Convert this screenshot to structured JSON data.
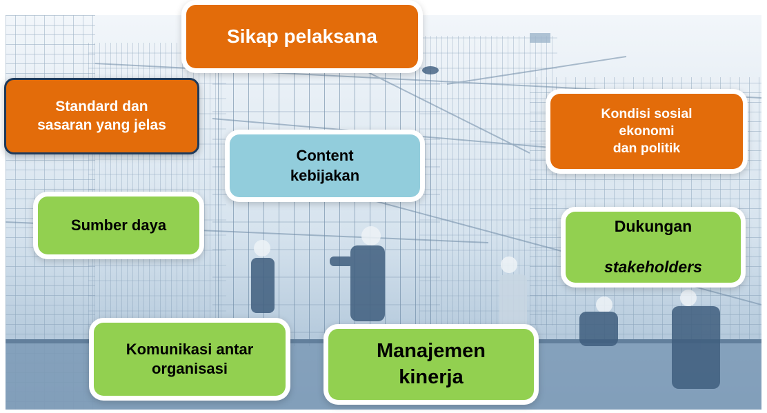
{
  "diagram": {
    "background": {
      "description_color": "#dbe6ef"
    },
    "nodes": {
      "sikap": {
        "label": "Sikap pelaksana",
        "color": "#e36c0a"
      },
      "standard": {
        "label": "Standard  dan\nsasaran yang jelas",
        "color": "#e36c0a"
      },
      "kondisi": {
        "label": "Kondisi sosial\nekonomi\ndan politik",
        "color": "#e36c0a"
      },
      "content": {
        "label": "Content\nkebijakan",
        "color": "#92cddc"
      },
      "sumber": {
        "label": "Sumber daya",
        "color": "#92d050"
      },
      "dukungan": {
        "line1": "Dukungan",
        "line2": "stakeholders",
        "color": "#92d050"
      },
      "komunikasi": {
        "label": "Komunikasi antar\norganisasi",
        "color": "#92d050"
      },
      "manajemen": {
        "label": "Manajemen\nkinerja",
        "color": "#92d050"
      }
    }
  }
}
